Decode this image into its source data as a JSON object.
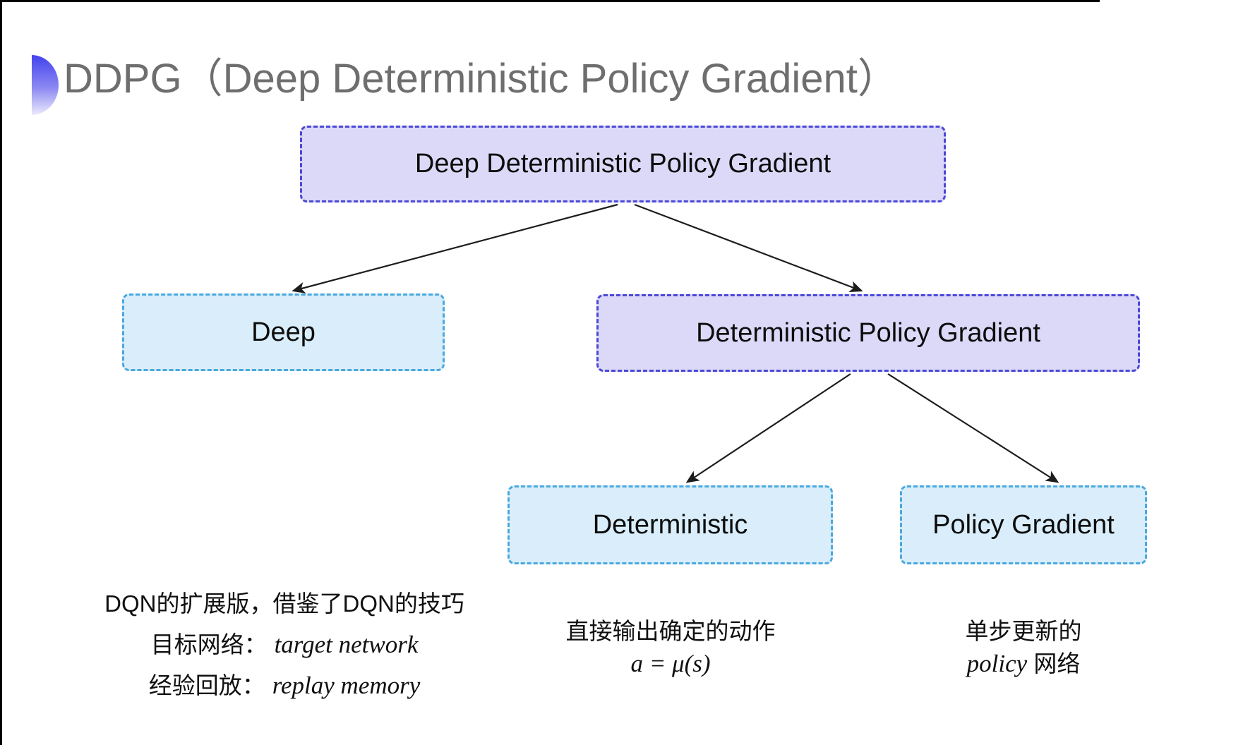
{
  "slide": {
    "title": "DDPG（Deep Deterministic Policy Gradient）"
  },
  "tree": {
    "nodes": {
      "root": {
        "label": "Deep Deterministic Policy Gradient",
        "style": "purple"
      },
      "deep": {
        "label": "Deep",
        "style": "cyan"
      },
      "dpg": {
        "label": "Deterministic Policy Gradient",
        "style": "purple"
      },
      "deterministic": {
        "label": "Deterministic",
        "style": "cyan"
      },
      "policy_gradient": {
        "label": "Policy Gradient",
        "style": "cyan"
      }
    },
    "edges": [
      {
        "from": "root",
        "to": "deep"
      },
      {
        "from": "root",
        "to": "dpg"
      },
      {
        "from": "dpg",
        "to": "deterministic"
      },
      {
        "from": "dpg",
        "to": "policy_gradient"
      }
    ]
  },
  "notes": {
    "deep": {
      "line1": "DQN的扩展版，借鉴了DQN的技巧",
      "target_label": "目标网络：",
      "target_term": "target network",
      "replay_label": "经验回放：",
      "replay_term": "replay memory"
    },
    "deterministic": {
      "line1": "直接输出确定的动作",
      "formula": "a = μ(s)"
    },
    "policy_gradient": {
      "line1": "单步更新的",
      "term": "policy",
      "term_suffix": "网络"
    }
  },
  "colors": {
    "title_gray": "#6e6e6e",
    "purple_fill": "#dcd9f8",
    "purple_border": "#4a48d6",
    "cyan_fill": "#d9eefa",
    "cyan_border": "#4aa8de",
    "arrow": "#1d1d1d",
    "bullet_gradient_top": "#4242ee",
    "bullet_gradient_bottom": "#ecebfc",
    "edge_line": "#000000"
  }
}
